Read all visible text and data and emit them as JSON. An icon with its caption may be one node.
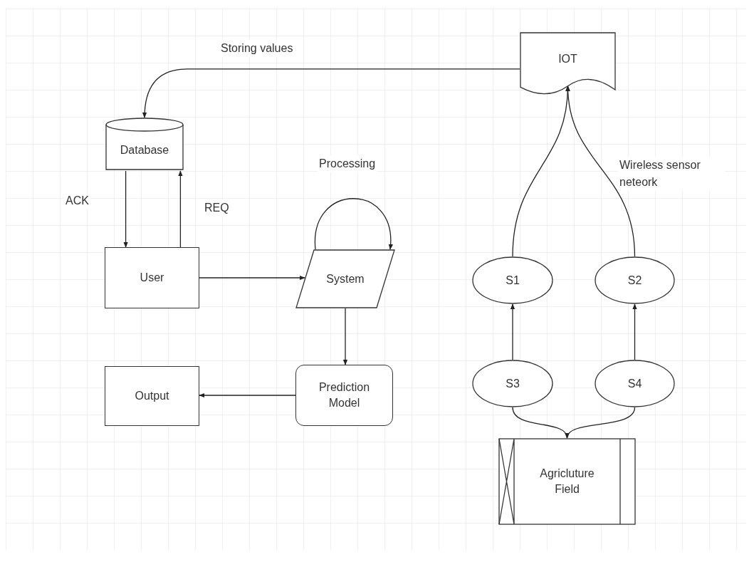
{
  "diagram": {
    "nodes": [
      {
        "text": [
          "IOT"
        ]
      },
      {
        "text": [
          "Database"
        ]
      },
      {
        "text": [
          "User"
        ]
      },
      {
        "text": [
          "System"
        ]
      },
      {
        "text": [
          "Prediction Model"
        ]
      },
      {
        "text": [
          "Output"
        ]
      },
      {
        "text": [
          "S1"
        ]
      },
      {
        "text": [
          "S2"
        ]
      },
      {
        "text": [
          "S3"
        ]
      },
      {
        "text": [
          "S4"
        ]
      },
      {
        "text": [
          "Agricluture Field"
        ]
      }
    ],
    "edges": [
      {
        "from": 0,
        "to": 1,
        "arrow": "to",
        "label": "Storing values"
      },
      {
        "from": 1,
        "to": 2,
        "arrow": "to",
        "label": "ACK"
      },
      {
        "from": 2,
        "to": 1,
        "arrow": "to",
        "label": "REQ"
      },
      {
        "from": 2,
        "to": 3,
        "arrow": "to"
      },
      {
        "from": 3,
        "to": 3,
        "arrow": "to",
        "label": "Processing"
      },
      {
        "from": 3,
        "to": 4,
        "arrow": "to"
      },
      {
        "from": 4,
        "to": 5,
        "arrow": "to"
      },
      {
        "from": 6,
        "to": 0,
        "arrow": "to"
      },
      {
        "from": 7,
        "to": 0,
        "arrow": "to",
        "label": "Wireless sensor neteork"
      },
      {
        "from": 8,
        "to": 6,
        "arrow": "to"
      },
      {
        "from": 9,
        "to": 7,
        "arrow": "to"
      },
      {
        "from": 8,
        "to": 10,
        "arrow": "to"
      },
      {
        "from": 9,
        "to": 10,
        "arrow": "to"
      }
    ]
  }
}
